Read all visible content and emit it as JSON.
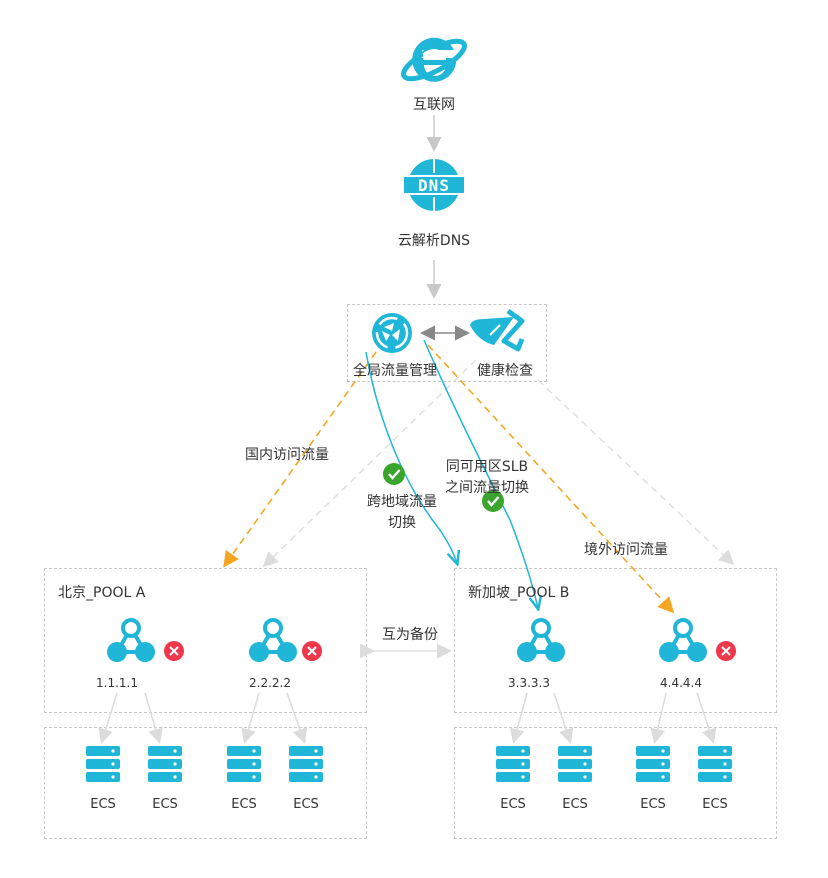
{
  "internet": {
    "label": "互联网"
  },
  "dns": {
    "label": "云解析DNS",
    "icon_text": "DNS"
  },
  "gtm": {
    "manager_label": "全局流量管理",
    "health_label": "健康检查"
  },
  "flows": {
    "domestic": "国内访问流量",
    "overseas": "境外访问流量",
    "cross_region_line1": "跨地域流量",
    "cross_region_line2": "切换",
    "same_az_line1": "同可用区SLB",
    "same_az_line2": "之间流量切换"
  },
  "backup_label": "互为备份",
  "pools": [
    {
      "name": "北京_POOL A",
      "ips": [
        "1.1.1.1",
        "2.2.2.2"
      ],
      "failed": [
        true,
        true
      ]
    },
    {
      "name": "新加坡_POOL B",
      "ips": [
        "3.3.3.3",
        "4.4.4.4"
      ],
      "failed": [
        false,
        true
      ]
    }
  ],
  "ecs_label": "ECS",
  "colors": {
    "accent": "#1fb6d8",
    "orange": "#f5a623",
    "red": "#f0374b",
    "green": "#3aa42d",
    "gray_line": "#c8c8c8",
    "light_line": "#e0e0e0"
  }
}
